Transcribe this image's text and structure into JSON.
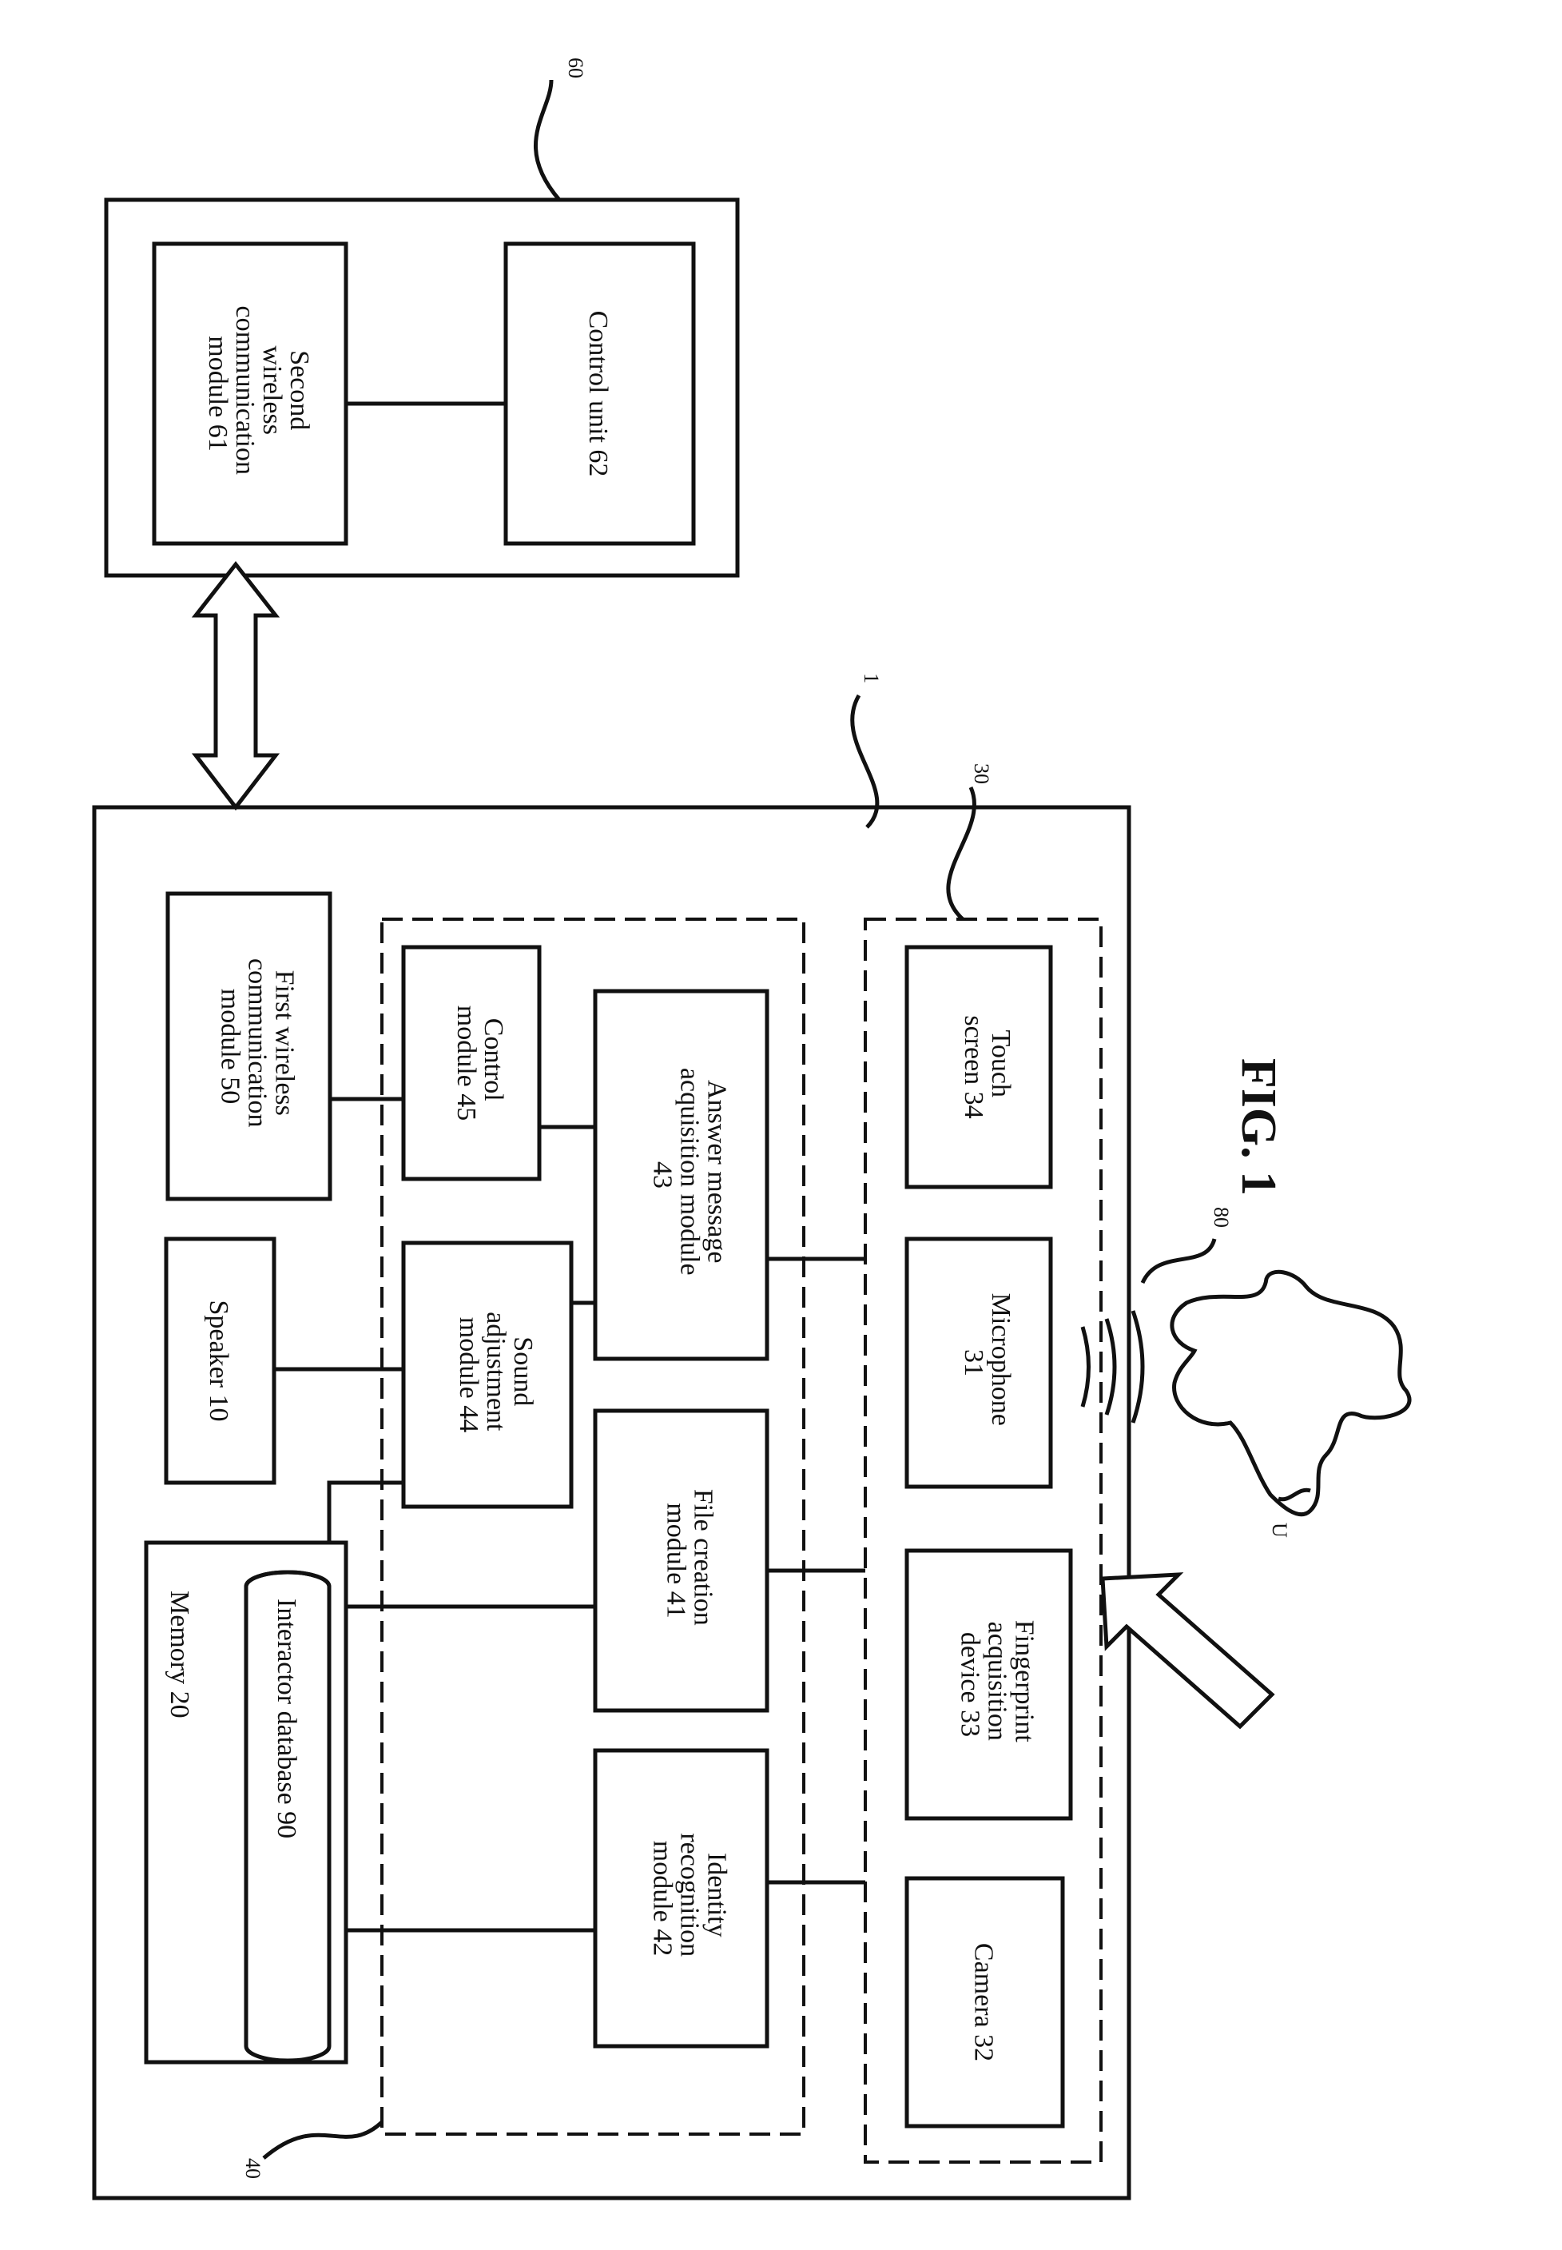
{
  "figure_label": "FIG. 1",
  "references": {
    "device": "1",
    "server": "60",
    "processor_group": "40",
    "input_group": "30",
    "user_wave": "80",
    "user": "U"
  },
  "server": {
    "second_wireless": [
      "Second",
      "wireless",
      "communication",
      "module 61"
    ],
    "control_unit": [
      "Control unit 62"
    ]
  },
  "device": {
    "memory": [
      "Memory 20"
    ],
    "database": [
      "Interactor database 90"
    ],
    "speaker": [
      "Speaker 10"
    ],
    "first_wireless": [
      "First wireless",
      "communication",
      "module 50"
    ],
    "sound_adjustment": [
      "Sound",
      "adjustment",
      "module 44"
    ],
    "control_module": [
      "Control",
      "module 45"
    ],
    "answer_message": [
      "Answer message",
      "acquisition module",
      "43"
    ],
    "file_creation": [
      "File creation",
      "module 41"
    ],
    "identity": [
      "Identity",
      "recognition",
      "module 42"
    ],
    "camera": [
      "Camera 32"
    ],
    "fingerprint": [
      "Fingerprint",
      "acquisition",
      "device 33"
    ],
    "microphone": [
      "Microphone",
      "31"
    ],
    "touch_screen": [
      "Touch",
      "screen 34"
    ]
  }
}
